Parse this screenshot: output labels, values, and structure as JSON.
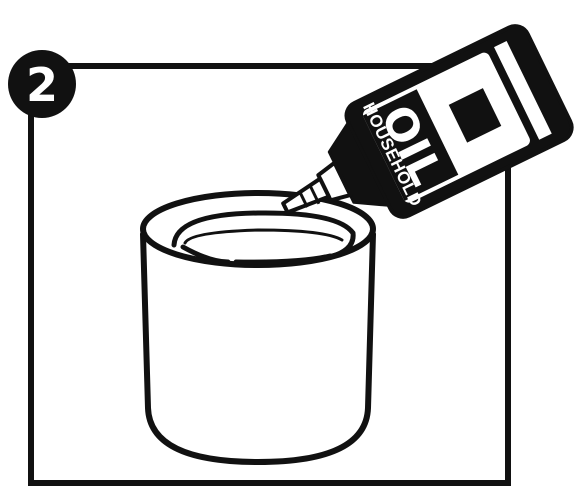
{
  "step": {
    "number": "2"
  },
  "bottle": {
    "label_top": "HOUSEHOLD",
    "label_main": "OIL"
  }
}
